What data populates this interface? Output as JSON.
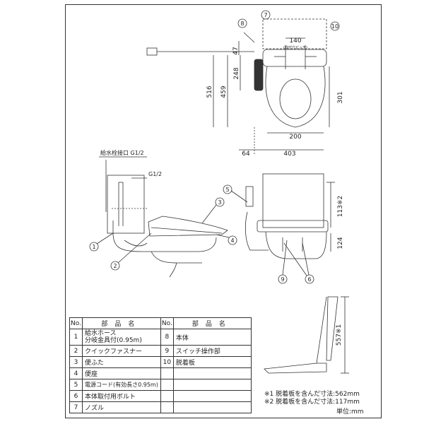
{
  "dimensions": {
    "d47": "47",
    "d140": "140",
    "d140_note": "(取付穴ピッチ)",
    "d516": "516",
    "d459": "459",
    "d248": "248",
    "d301": "301",
    "d200": "200",
    "d403": "403",
    "d64": "64",
    "d113": "113※2",
    "d124": "124",
    "d557": "557※1",
    "g12": "G1/2",
    "supply_label": "給水栓接口 G1/2"
  },
  "callouts": [
    "1",
    "2",
    "3",
    "4",
    "5",
    "6",
    "6",
    "7",
    "8",
    "9",
    "10"
  ],
  "parts_table": {
    "header_no": "No.",
    "header_name": "部品名",
    "left": [
      {
        "no": "1",
        "name": "給水ホース\n分岐金具付(0.95m)"
      },
      {
        "no": "2",
        "name": "クイックファスナー"
      },
      {
        "no": "3",
        "name": "便ふた"
      },
      {
        "no": "4",
        "name": "便座"
      },
      {
        "no": "5",
        "name": "電源コード(有効長さ0.95m)"
      },
      {
        "no": "6",
        "name": "本体取付用ボルト"
      },
      {
        "no": "7",
        "name": "ノズル"
      }
    ],
    "right": [
      {
        "no": "8",
        "name": "本体"
      },
      {
        "no": "9",
        "name": "スイッチ操作部"
      },
      {
        "no": "10",
        "name": "脱着板"
      }
    ]
  },
  "notes": [
    "※1  脱着板を含んだ寸法:562mm",
    "※2  脱着板を含んだ寸法:117mm"
  ],
  "unit_label": "単位:mm"
}
